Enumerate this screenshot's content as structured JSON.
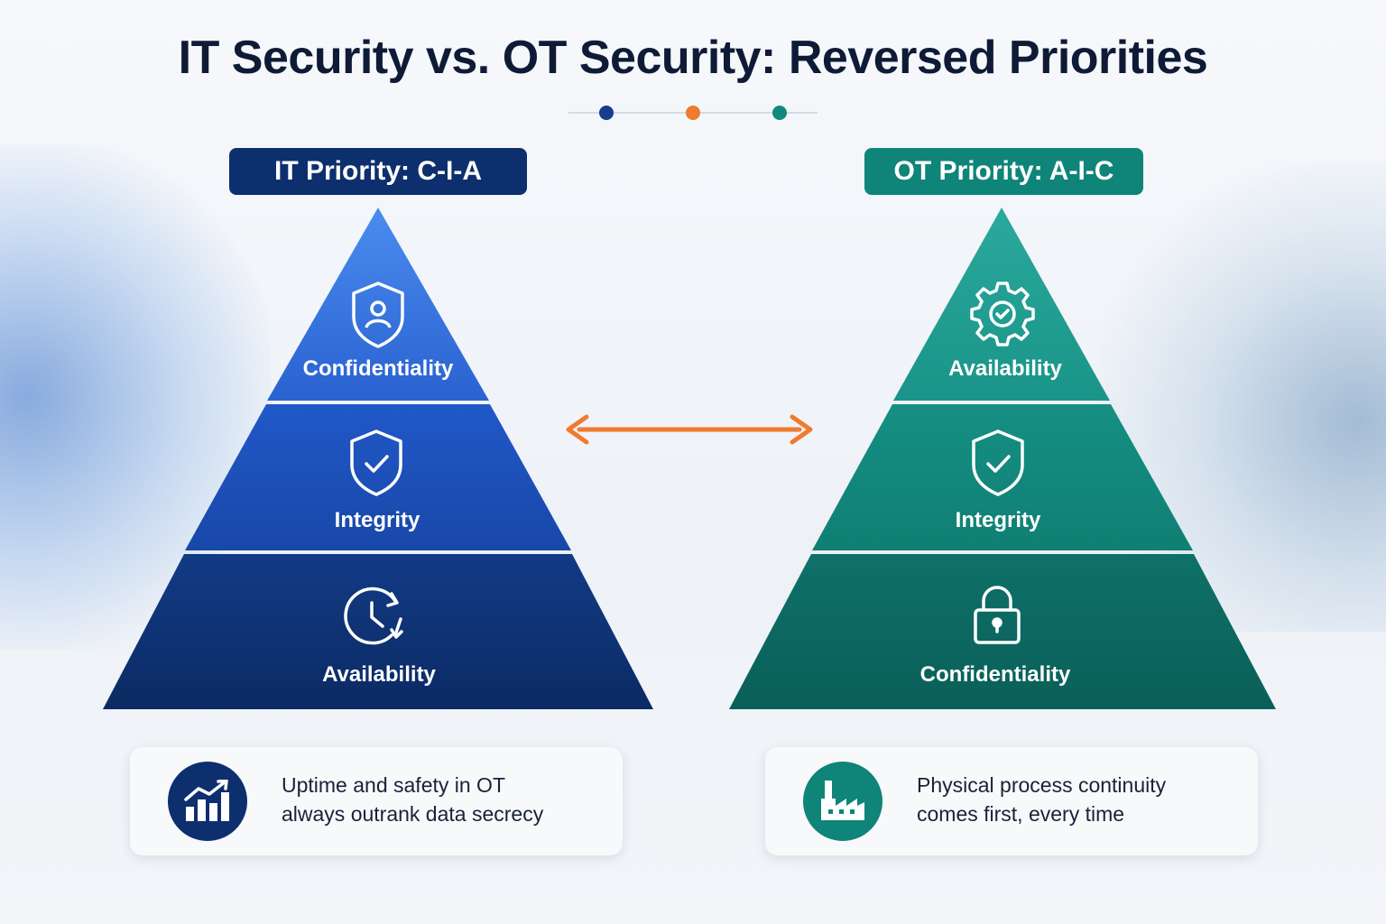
{
  "title": "IT Security vs. OT Security: Reversed Priorities",
  "colors": {
    "it_top": "#3f7fe8",
    "it_mid": "#1d55c4",
    "it_bottom": "#0d2f6e",
    "ot_top": "#23a195",
    "ot_mid": "#138c80",
    "ot_bottom": "#0c6b62",
    "accent_orange": "#f07a2d",
    "dot_blue": "#1a3c8f",
    "dot_orange": "#f07a2d",
    "dot_teal": "#12897d"
  },
  "it": {
    "badge": "IT Priority: C-I-A",
    "tiers": [
      {
        "label": "Confidentiality",
        "icon": "shield-user-icon"
      },
      {
        "label": "Integrity",
        "icon": "shield-check-icon"
      },
      {
        "label": "Availability",
        "icon": "clock-sync-icon"
      }
    ],
    "card": {
      "line1": "Uptime and safety in OT",
      "line2": "always outrank data secrecy",
      "icon": "bar-chart-growth-icon"
    }
  },
  "ot": {
    "badge": "OT Priority: A-I-C",
    "tiers": [
      {
        "label": "Availability",
        "icon": "gear-check-icon"
      },
      {
        "label": "Integrity",
        "icon": "shield-check-icon"
      },
      {
        "label": "Confidentiality",
        "icon": "padlock-icon"
      }
    ],
    "card": {
      "line1": "Physical process continuity",
      "line2": "comes first, every time",
      "icon": "factory-icon"
    }
  }
}
